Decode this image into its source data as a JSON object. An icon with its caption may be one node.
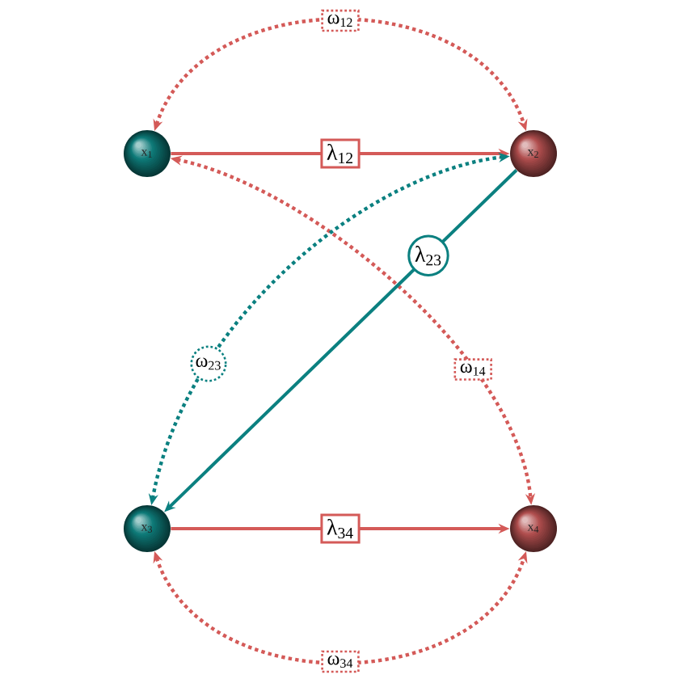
{
  "diagram": {
    "nodes": [
      {
        "text": [
          "x$_{1}$"
        ]
      },
      {
        "text": [
          "x$_{2}$"
        ]
      },
      {
        "text": [
          "x$_{3}$"
        ]
      },
      {
        "text": [
          "x$_{4}$"
        ]
      }
    ],
    "edges": [
      {
        "from": 0,
        "to": 1,
        "arrow": "both",
        "label": "ω$_{12}$",
        "style": "dashed"
      },
      {
        "from": 0,
        "to": 1,
        "arrow": "to",
        "label": "λ$_{12}$"
      },
      {
        "from": 0,
        "to": 3,
        "arrow": "both",
        "label": "ω$_{14}$",
        "style": "dashed"
      },
      {
        "from": 1,
        "to": 2,
        "arrow": "both",
        "label": "ω$_{23}$",
        "style": "dashed",
        "color": "#0b8080"
      },
      {
        "from": 1,
        "to": 2,
        "arrow": "to",
        "label": "λ$_{23}$",
        "color": "#0b8080"
      },
      {
        "from": 2,
        "to": 3,
        "arrow": "to",
        "label": "λ$_{34}$"
      },
      {
        "from": 2,
        "to": 3,
        "arrow": "both",
        "label": "ω$_{34}$",
        "style": "dashed"
      }
    ]
  }
}
